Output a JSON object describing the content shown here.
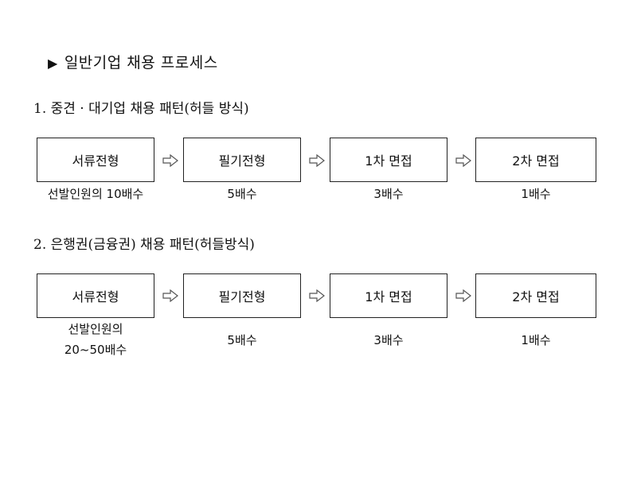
{
  "title": {
    "marker": "▶",
    "text": "일반기업 채용 프로세스"
  },
  "sections": [
    {
      "heading": "1. 중견 · 대기업 채용 패턴(허들 방식)",
      "steps": [
        "서류전형",
        "필기전형",
        "1차 면접",
        "2차 면접"
      ],
      "notes": [
        {
          "lines": [
            "선발인원의 10배수"
          ]
        },
        {
          "lines": [
            "5배수"
          ]
        },
        {
          "lines": [
            "3배수"
          ]
        },
        {
          "lines": [
            "1배수"
          ]
        }
      ]
    },
    {
      "heading": "2. 은행권(금융권) 채용 패턴(허들방식)",
      "steps": [
        "서류전형",
        "필기전형",
        "1차 면접",
        "2차 면접"
      ],
      "notes": [
        {
          "lines": [
            "선발인원의",
            "20~50배수"
          ]
        },
        {
          "lines": [
            "5배수"
          ]
        },
        {
          "lines": [
            "3배수"
          ]
        },
        {
          "lines": [
            "1배수"
          ]
        }
      ]
    }
  ]
}
